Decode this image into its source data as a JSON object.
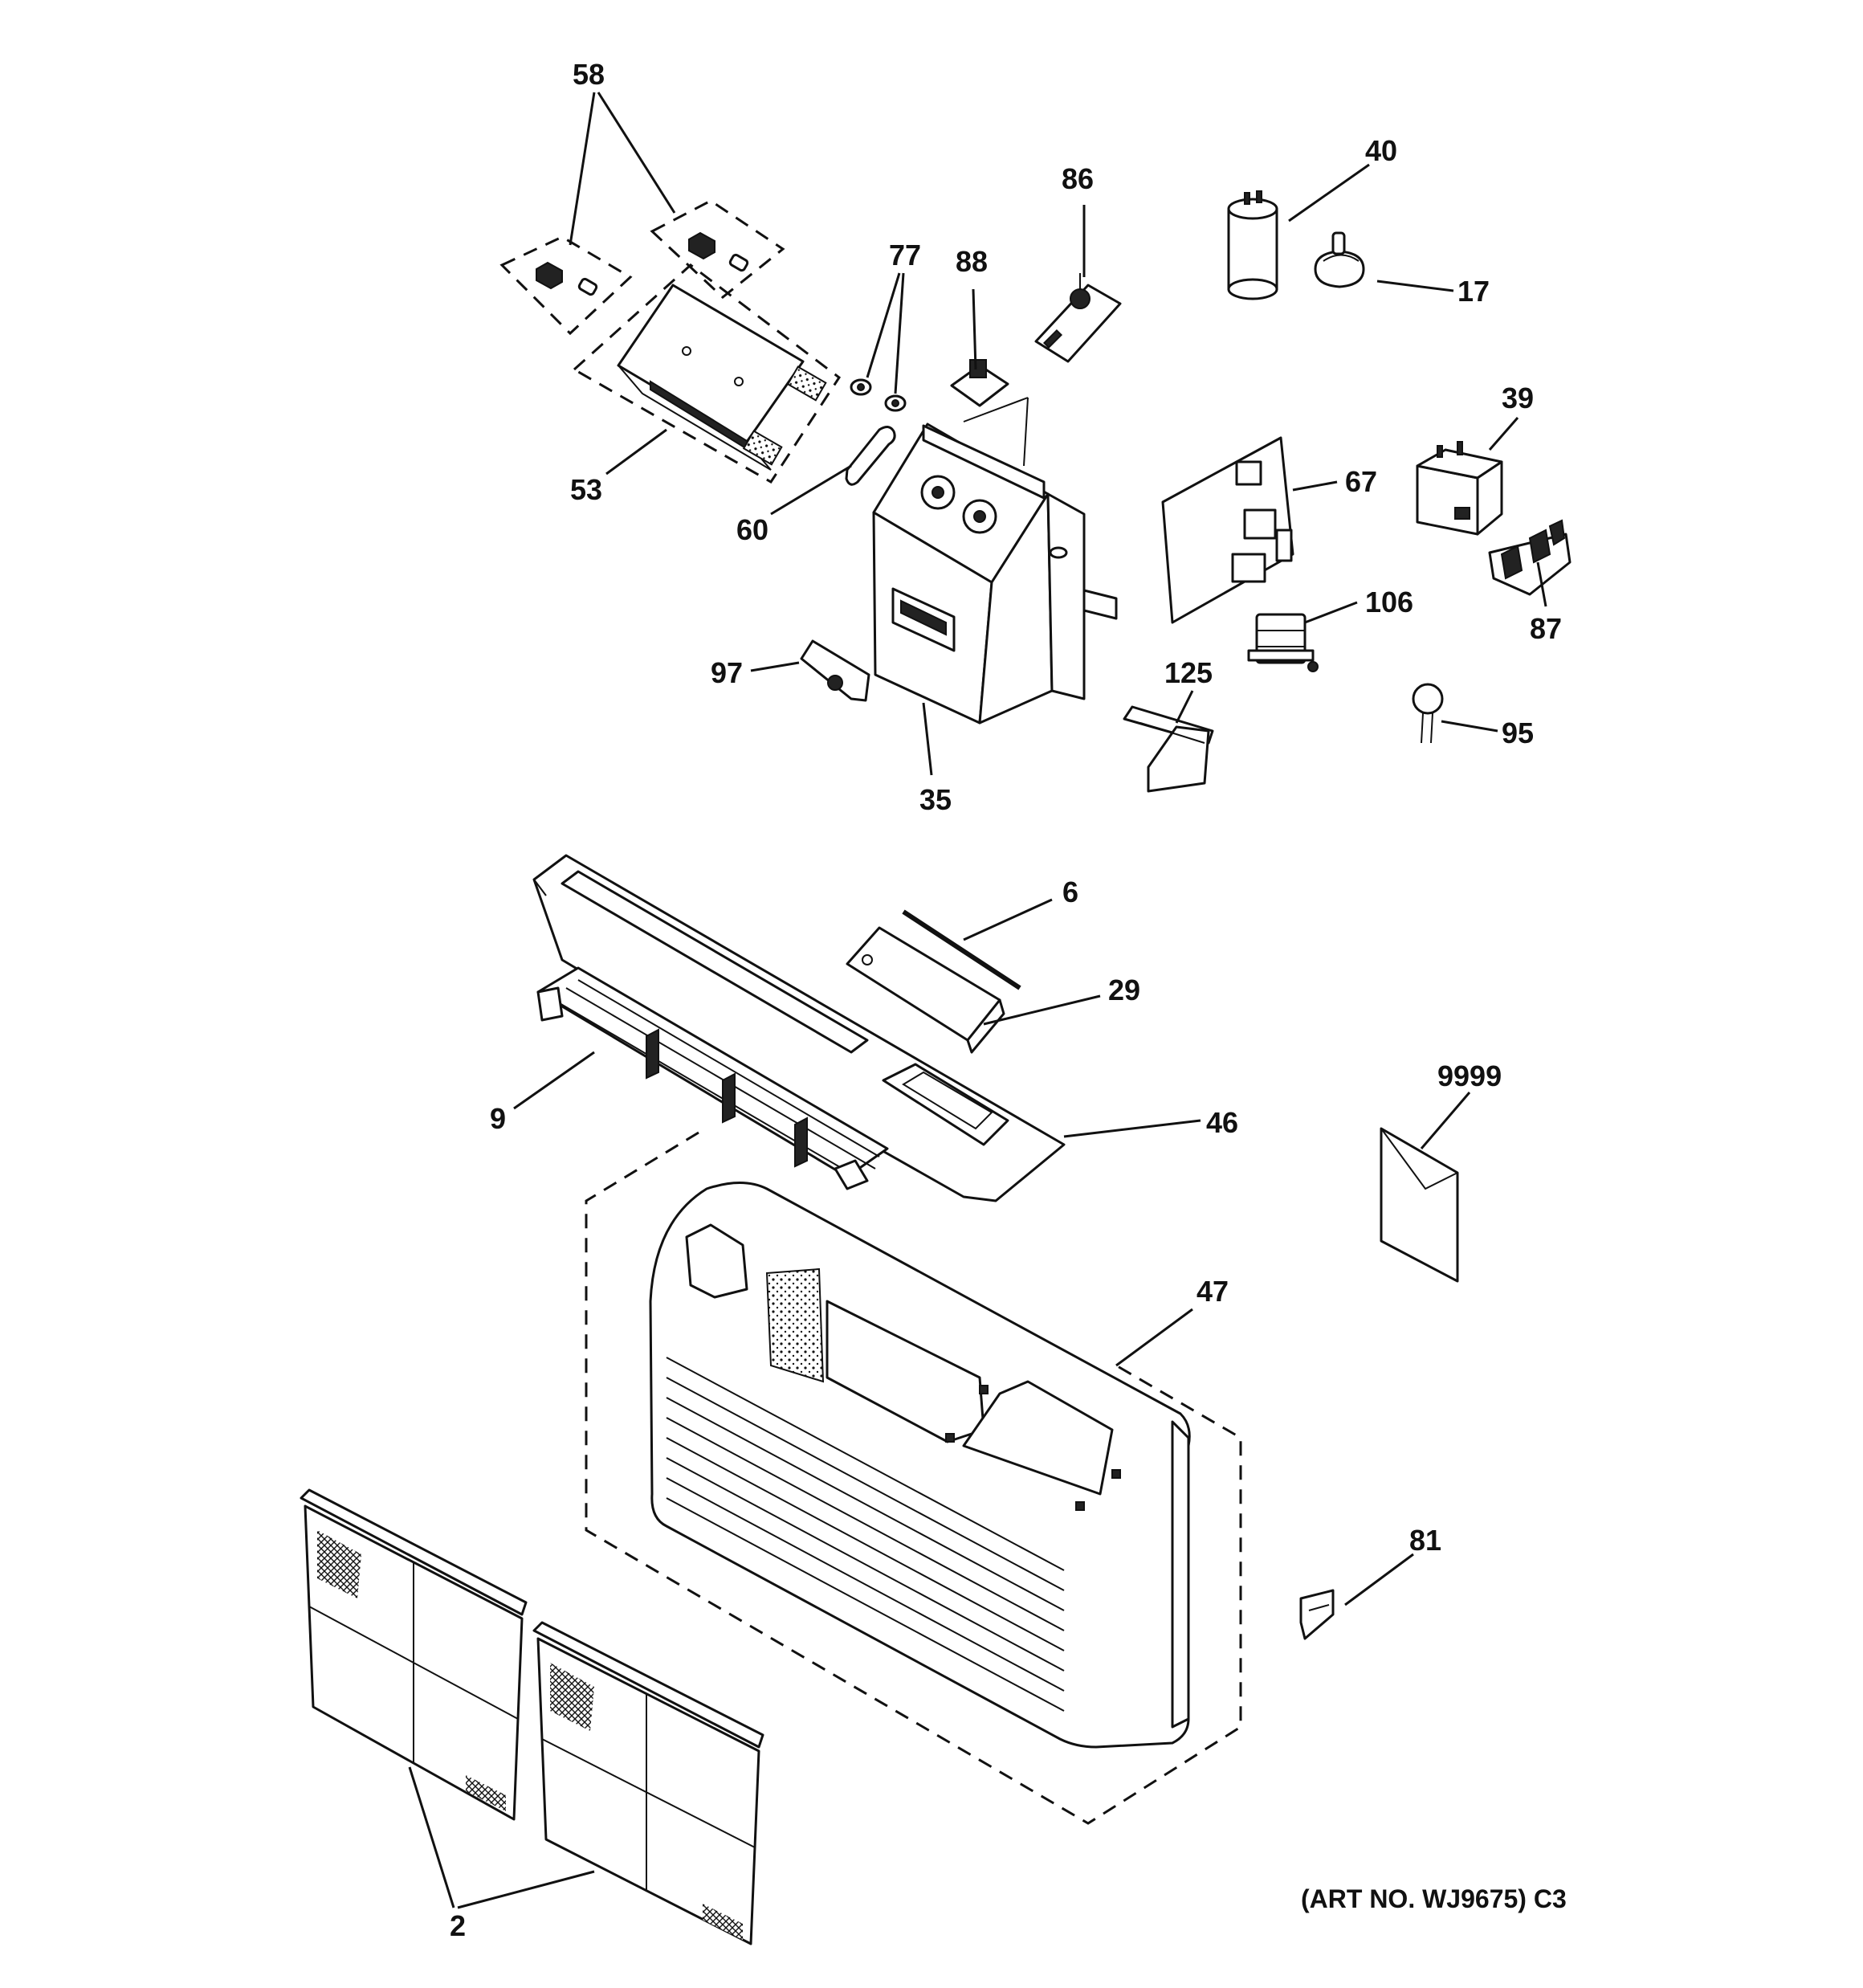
{
  "diagram": {
    "art_number": "(ART NO. WJ9675) C3",
    "callouts": [
      {
        "id": "58",
        "label": "58"
      },
      {
        "id": "53",
        "label": "53"
      },
      {
        "id": "77",
        "label": "77"
      },
      {
        "id": "88",
        "label": "88"
      },
      {
        "id": "86",
        "label": "86"
      },
      {
        "id": "40",
        "label": "40"
      },
      {
        "id": "17",
        "label": "17"
      },
      {
        "id": "39",
        "label": "39"
      },
      {
        "id": "67",
        "label": "67"
      },
      {
        "id": "87",
        "label": "87"
      },
      {
        "id": "60",
        "label": "60"
      },
      {
        "id": "106",
        "label": "106"
      },
      {
        "id": "97",
        "label": "97"
      },
      {
        "id": "35",
        "label": "35"
      },
      {
        "id": "125",
        "label": "125"
      },
      {
        "id": "95",
        "label": "95"
      },
      {
        "id": "6",
        "label": "6"
      },
      {
        "id": "29",
        "label": "29"
      },
      {
        "id": "9",
        "label": "9"
      },
      {
        "id": "46",
        "label": "46"
      },
      {
        "id": "9999",
        "label": "9999"
      },
      {
        "id": "47",
        "label": "47"
      },
      {
        "id": "81",
        "label": "81"
      },
      {
        "id": "2",
        "label": "2"
      }
    ]
  }
}
